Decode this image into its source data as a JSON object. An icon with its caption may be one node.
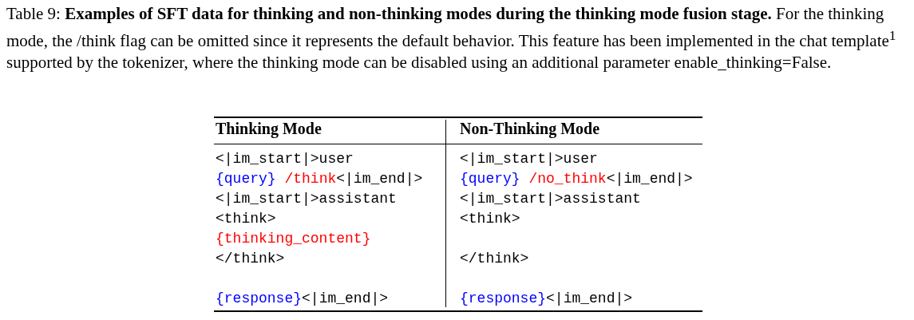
{
  "diagram": {
    "title": "Table 9: **Examples of SFT data for thinking and non-thinking modes during the thinking mode fusion stage.** For the thinking mode, the /think flag can be omitted since it represents the default behavior. This feature has been implemented in the chat template$^{1}$ supported by the tokenizer, where the thinking mode can be disabled using an additional parameter enable_thinking=False.",
    "labels": [
      "Thinking Mode",
      "Non-Thinking Mode",
      "<|im_start|>user",
      "<|im_start|>user",
      "{query} /think<|im_end|>",
      "{query} /no_think<|im_end|>",
      "<|im_start|>assistant",
      "<|im_start|>assistant",
      "<think>",
      "<think>",
      "{thinking_content}",
      "</think>",
      "</think>",
      "{response}<|im_end|>",
      "{response}<|im_end|>"
    ]
  }
}
